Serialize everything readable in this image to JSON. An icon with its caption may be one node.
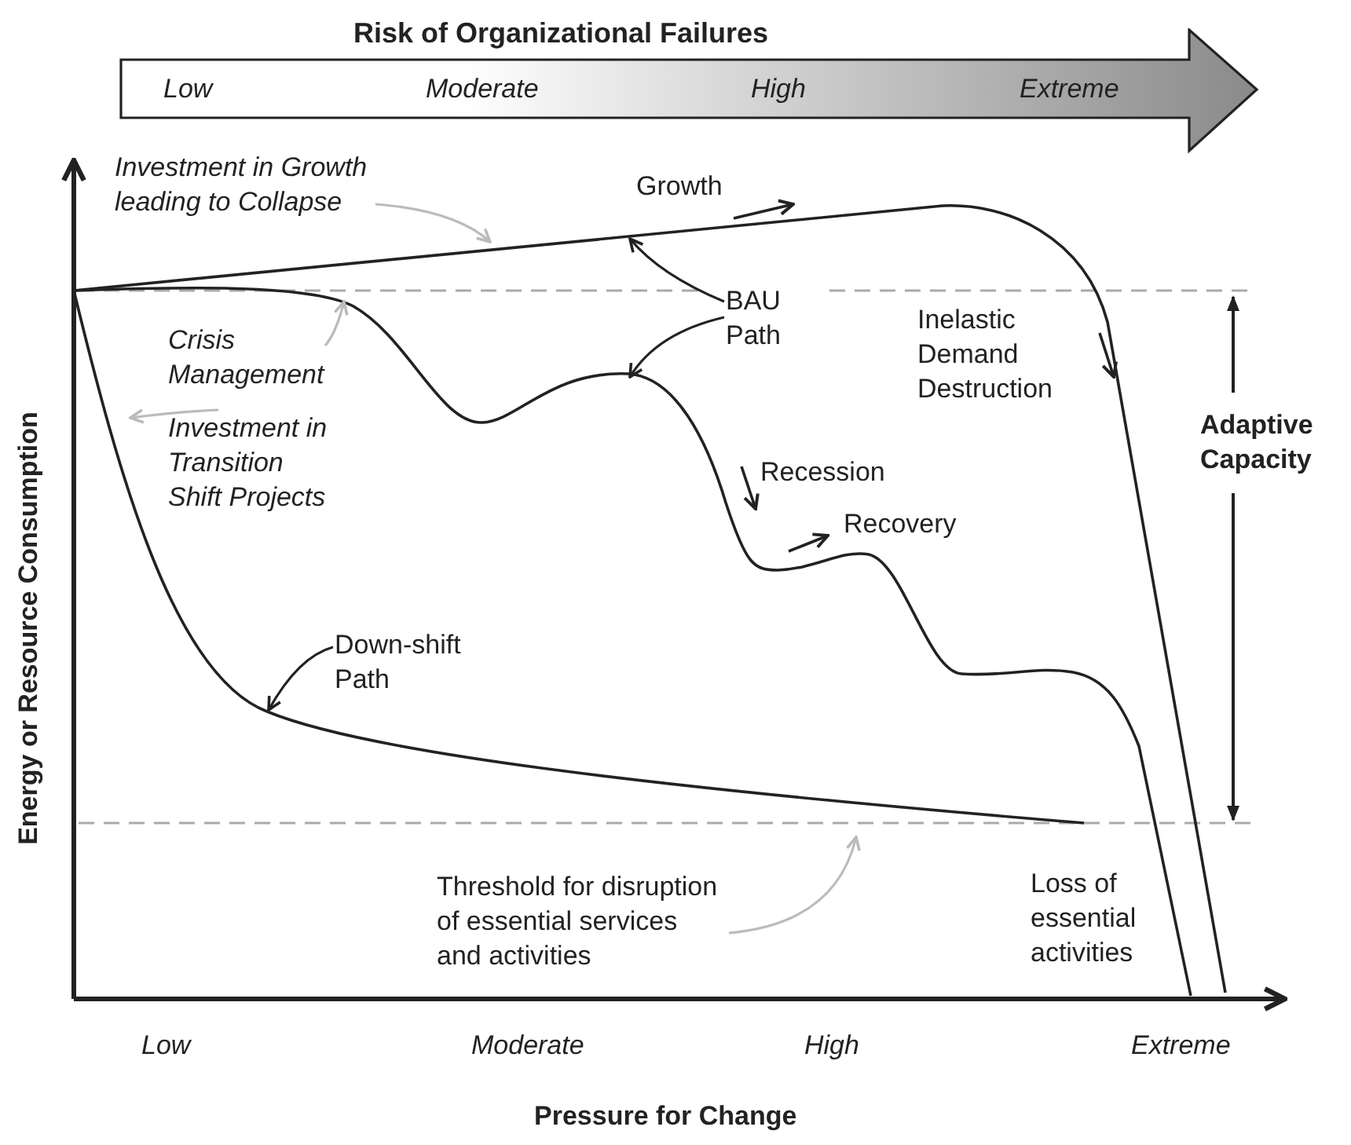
{
  "diagram": {
    "title": "Risk of Organizational Failures",
    "nodes": [
      {
        "text": [
          "Low",
          "Moderate",
          "High",
          "Extreme"
        ]
      },
      {
        "text": [
          "Investment in Growth leading to Collapse"
        ]
      },
      {
        "text": [
          "Crisis Management"
        ]
      },
      {
        "text": [
          "Investment in Transition Shift Projects"
        ]
      },
      {
        "text": [
          "BAU Path"
        ]
      },
      {
        "text": [
          "Down-shift Path"
        ]
      },
      {
        "text": [
          "Threshold for disruption of essential services and activities"
        ]
      }
    ],
    "edges": [
      {
        "from": 1,
        "to": null,
        "arrow": "to",
        "color": "#bbbbbb"
      },
      {
        "from": 2,
        "to": null,
        "arrow": "to",
        "color": "#bbbbbb"
      },
      {
        "from": 3,
        "to": null,
        "arrow": "to",
        "color": "#bbbbbb"
      },
      {
        "from": 4,
        "to": null,
        "arrow": "to",
        "color": "#222222"
      },
      {
        "from": 4,
        "to": null,
        "arrow": "to",
        "color": "#222222"
      },
      {
        "from": 5,
        "to": null,
        "arrow": "to",
        "color": "#222222"
      },
      {
        "from": 6,
        "to": null,
        "arrow": "to",
        "color": "#bbbbbb"
      }
    ],
    "labels": [
      "Growth",
      "Inelastic Demand Destruction",
      "Adaptive Capacity",
      "Recession",
      "Recovery",
      "Loss of essential activities",
      "Low",
      "Moderate",
      "High",
      "Extreme",
      "Pressure for Change",
      "Energy or Resource Consumption"
    ]
  }
}
